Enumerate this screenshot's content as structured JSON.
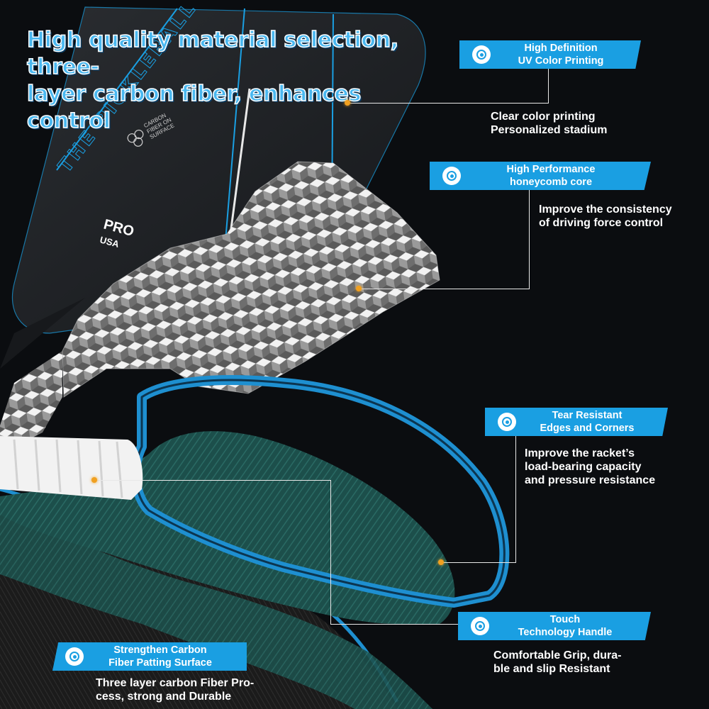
{
  "headline": {
    "line1": "High quality material selection, three-",
    "line2": "layer carbon fiber, enhances control"
  },
  "paddle_print": {
    "brand_vertical": "THE PICKLEBALL",
    "carbon_badge": [
      "CARBON",
      "FIBER ON",
      "SURFACE"
    ],
    "pro": "PRO",
    "usa": "USA"
  },
  "features": [
    {
      "id": "uv-printing",
      "title": [
        "High Definition",
        "UV Color Printing"
      ],
      "desc": [
        "Clear color printing",
        "Personalized stadium"
      ],
      "icon": "target-circle-icon"
    },
    {
      "id": "honeycomb-core",
      "title": [
        "High Performance",
        "honeycomb core"
      ],
      "desc": [
        "Improve the consistency",
        "of driving force control"
      ],
      "icon": "target-circle-icon"
    },
    {
      "id": "edges-corners",
      "title": [
        "Tear Resistant",
        "Edges and Corners"
      ],
      "desc": [
        "Improve the racket’s",
        "load-bearing capacity",
        "and pressure resistance"
      ],
      "icon": "target-circle-icon"
    },
    {
      "id": "handle",
      "title": [
        "Touch",
        "Technology Handle"
      ],
      "desc": [
        "Comfortable Grip, dura-",
        "ble and slip Resistant"
      ],
      "icon": "target-circle-icon"
    },
    {
      "id": "carbon-surface",
      "title": [
        "Strengthen Carbon",
        "Fiber Patting Surface"
      ],
      "desc": [
        "Three layer carbon Fiber Pro-",
        "cess, strong and Durable"
      ],
      "icon": "target-circle-icon"
    }
  ],
  "colors": {
    "accent_blue": "#1a9fe2",
    "callout_dot": "#f0a020",
    "edge_guard": "#1e8fd0",
    "carbon_green": "#1f5a55",
    "background": "#0b0d10"
  }
}
